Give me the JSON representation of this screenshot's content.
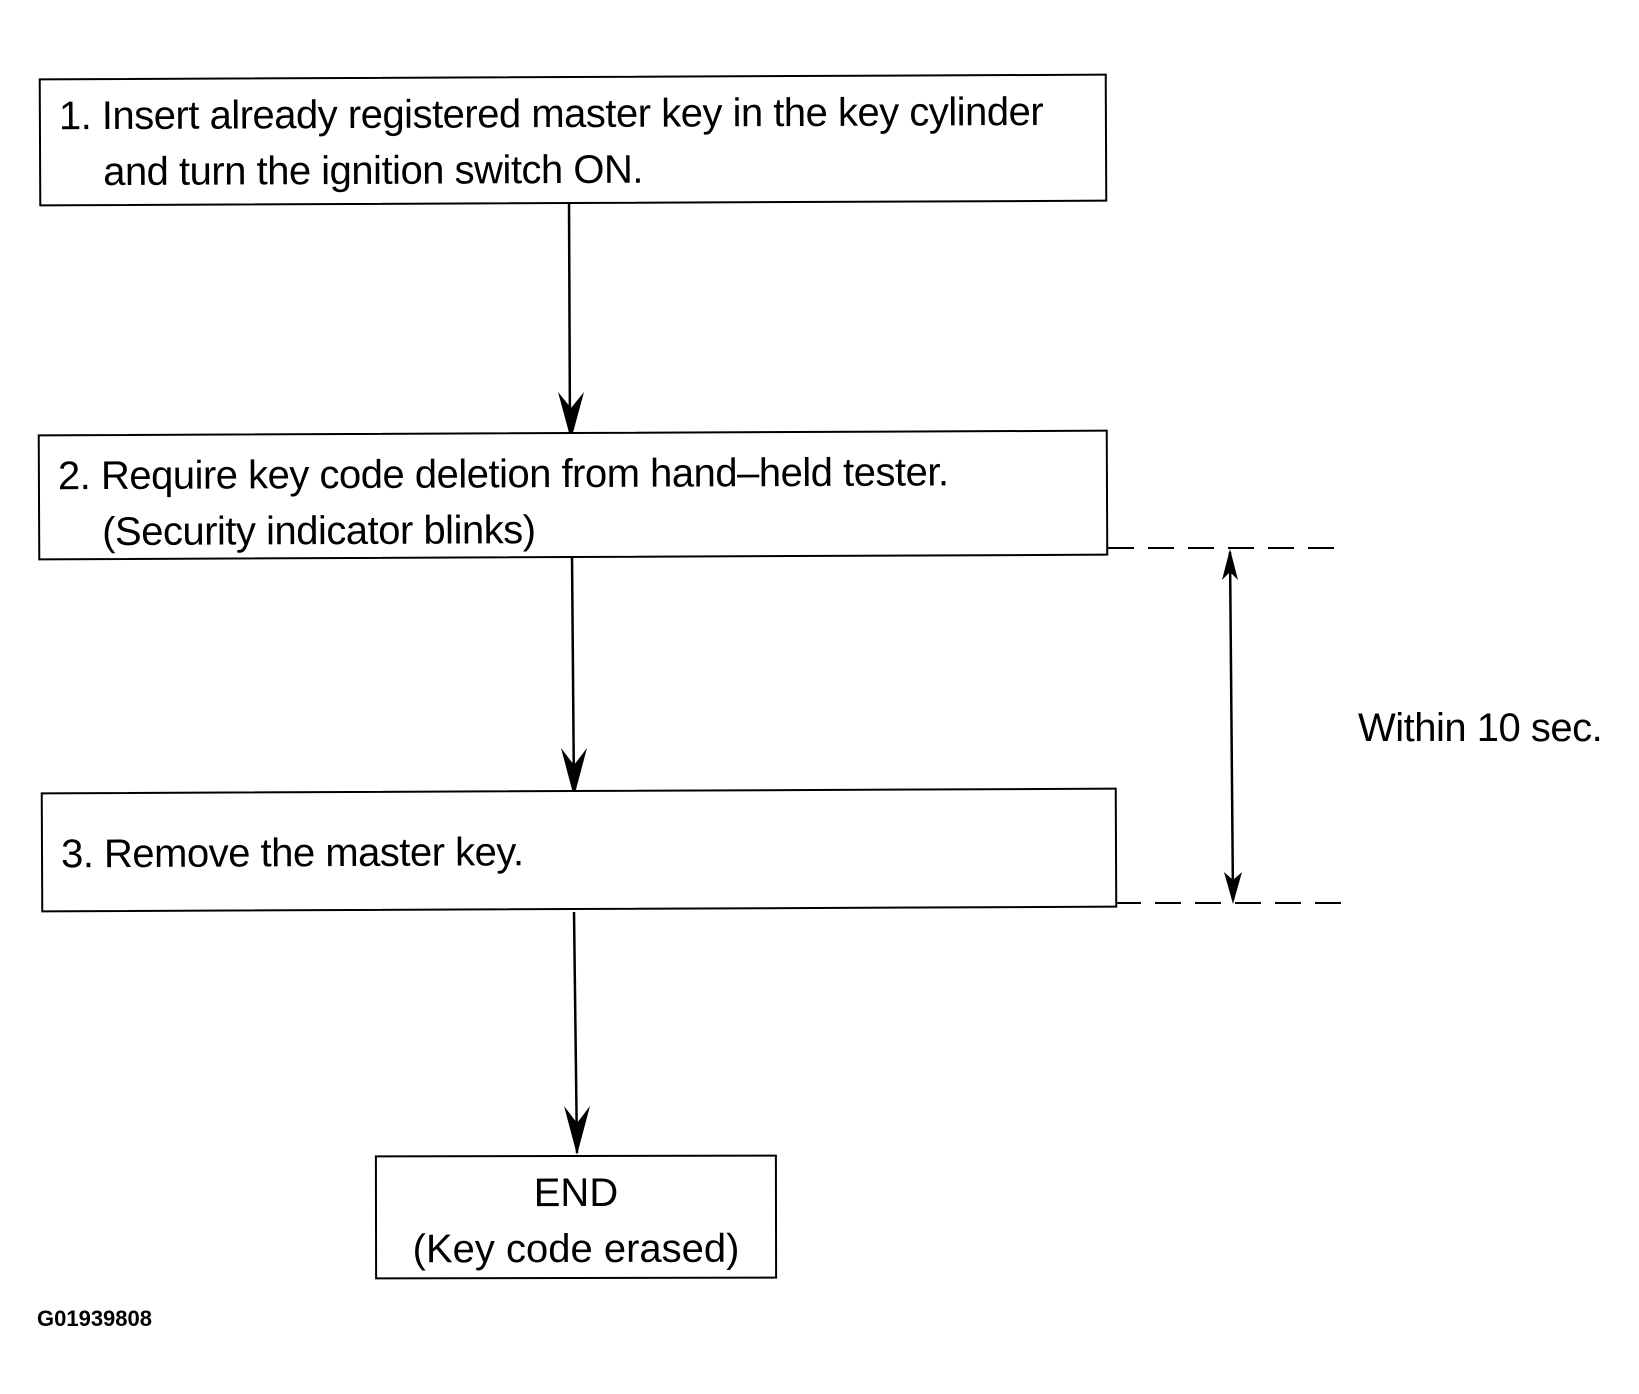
{
  "steps": [
    {
      "line1": "1. Insert already registered master key in the key cylinder",
      "line2": "and turn the ignition switch ON."
    },
    {
      "line1": "2. Require key code deletion from hand–held tester.",
      "line2": "(Security indicator blinks)"
    },
    {
      "line1": "3. Remove the master key."
    }
  ],
  "end": {
    "line1": "END",
    "line2": "(Key code erased)"
  },
  "timing_note": "Within 10 sec.",
  "figure_code": "G01939808"
}
